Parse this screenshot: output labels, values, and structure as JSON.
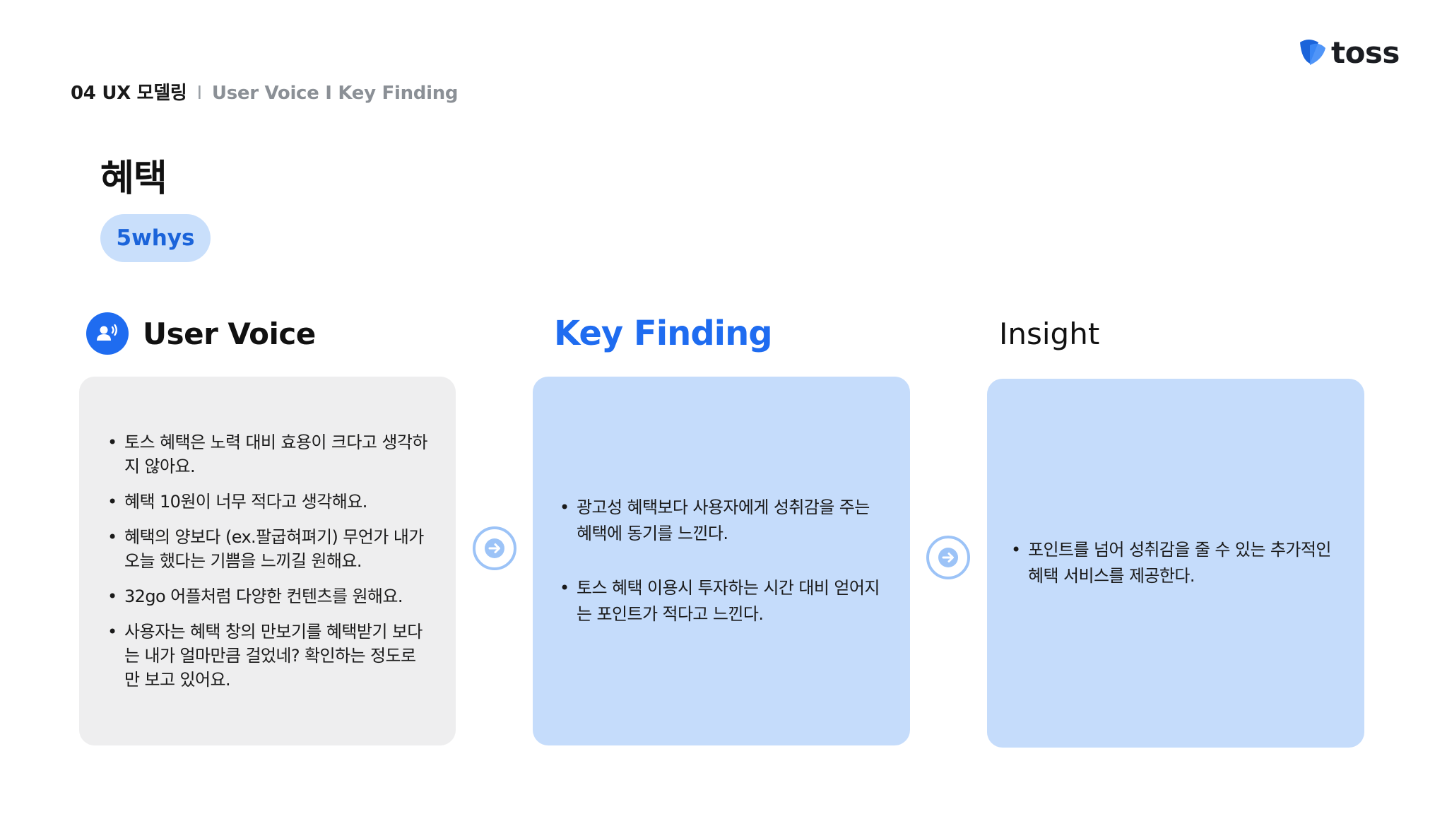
{
  "breadcrumb": {
    "section": "04 UX 모델링",
    "separator": "I",
    "sub": "User Voice I Key Finding"
  },
  "logo": {
    "text": "toss",
    "icon": "toss-logo-icon"
  },
  "title": "혜택",
  "tag": "5whys",
  "columns": {
    "voice": {
      "title": "User Voice",
      "icon": "speaking-person-icon",
      "items": [
        "토스 혜택은 노력 대비 효용이 크다고 생각하지 않아요.",
        "혜택 10원이 너무 적다고 생각해요.",
        "혜택의 양보다 (ex.팔굽혀펴기) 무언가 내가 오늘 했다는 기쁨을 느끼길 원해요.",
        "32go 어플처럼 다양한 컨텐츠를 원해요.",
        "사용자는 혜택 창의 만보기를 혜택받기 보다는 내가 얼마만큼 걸었네? 확인하는 정도로만 보고 있어요."
      ]
    },
    "finding": {
      "title": "Key Finding",
      "items": [
        "광고성 혜택보다 사용자에게 성취감을 주는 혜택에 동기를 느낀다.",
        "토스 혜택 이용시 투자하는 시간 대비 얻어지는 포인트가 적다고 느낀다."
      ]
    },
    "insight": {
      "title": "Insight",
      "items": [
        "포인트를 넘어 성취감을 줄 수 있는 추가적인 혜택 서비스를 제공한다."
      ]
    }
  },
  "colors": {
    "accent": "#1f6cf0",
    "voice_card": "#eeeeef",
    "finding_card": "#c5dcfb",
    "tag_bg": "#c9dffb",
    "arrow_ring": "#9cc3f7"
  }
}
